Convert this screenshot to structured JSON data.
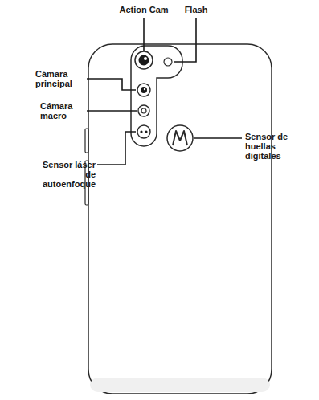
{
  "diagram": {
    "labels": [
      "Action Cam",
      "Flash",
      "Cámara principal",
      "Cámara macro",
      "Sensor láser de autoenfoque",
      "Sensor de huellas digitales"
    ]
  }
}
